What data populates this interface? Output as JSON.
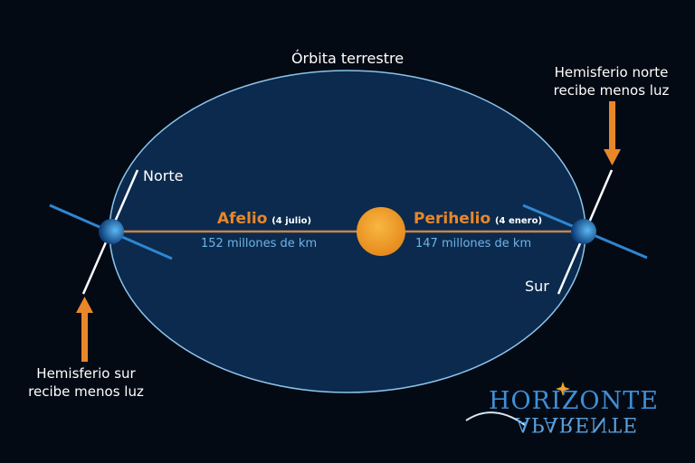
{
  "diagram": {
    "title": "Órbita terrestre",
    "aphelion": {
      "label": "Afelio",
      "date": "(4 julio)",
      "distance": "152 millones de km"
    },
    "perihelion": {
      "label": "Perihelio",
      "date": "(4 enero)",
      "distance": "147 millones de km"
    },
    "axis_labels": {
      "north": "Norte",
      "south": "Sur"
    },
    "annotations": {
      "south_hemisphere": [
        "Hemisferio sur",
        "recibe menos luz"
      ],
      "north_hemisphere": [
        "Hemisferio norte",
        "recibe menos luz"
      ]
    },
    "logo": {
      "line1": "HORIZONTE",
      "line2": "APARENTE"
    },
    "colors": {
      "background": "#030a14",
      "orbit_fill": "#0b2a4e",
      "orbit_stroke": "#8cc4ec",
      "sun": "#f2a22e",
      "accent_orange": "#e8872a",
      "distance_text": "#6fb3e6",
      "earth": "#3a9be0"
    }
  }
}
